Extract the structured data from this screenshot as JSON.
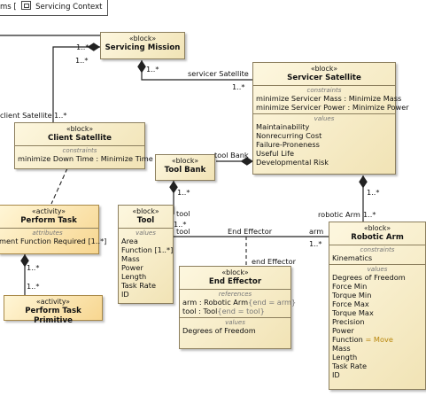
{
  "diagram_tab": {
    "prefix": "ms [",
    "title": "Servicing Context"
  },
  "blocks": {
    "servicing_mission": {
      "stereotype": "«block»",
      "name": "Servicing Mission"
    },
    "servicer_satellite": {
      "stereotype": "«block»",
      "name": "Servicer Satellite",
      "constraints_title": "constraints",
      "constraints": [
        "minimize Servicer Mass : Minimize Mass",
        "minimize Servicer Power : Minimize Power"
      ],
      "values_title": "values",
      "values": [
        "Maintainability",
        "Nonrecurring Cost",
        "Failure-Proneness",
        "Useful Life",
        "Developmental Risk"
      ]
    },
    "client_satellite": {
      "stereotype": "«block»",
      "name": "Client Satellite",
      "constraints_title": "constraints",
      "constraints": [
        "minimize Down Time : Minimize Time"
      ]
    },
    "tool_bank": {
      "stereotype": "«block»",
      "name": "Tool Bank"
    },
    "perform_task": {
      "stereotype": "«activity»",
      "name": "Perform Task",
      "attributes_title": "attributes",
      "attributes": [
        "ment Function Required [1..*]"
      ]
    },
    "perform_task_primitive": {
      "stereotype": "«activity»",
      "name": "Perform Task Primitive"
    },
    "tool": {
      "stereotype": "«block»",
      "name": "Tool",
      "values_title": "values",
      "values": [
        "Area",
        "Function [1..*]",
        "Mass",
        "Power",
        "Length",
        "Task Rate",
        "ID"
      ]
    },
    "end_effector": {
      "stereotype": "«block»",
      "name": "End Effector",
      "references_title": "references",
      "references": [
        {
          "name": "arm : Robotic Arm",
          "tail": "{end = arm}"
        },
        {
          "name": "tool : Tool",
          "tail": "{end = tool}"
        }
      ],
      "values_title": "values",
      "values": [
        "Degrees of Freedom"
      ]
    },
    "robotic_arm": {
      "stereotype": "«block»",
      "name": "Robotic Arm",
      "constraints_title": "constraints",
      "constraints": [
        "Kinematics"
      ],
      "values_title": "values",
      "values": [
        "Degrees of Freedom",
        "Force Min",
        "Torque Min",
        "Force Max",
        "Torque Max",
        "Precision",
        "Power"
      ],
      "value_function": {
        "name": "Function",
        "tail": "= Move"
      },
      "values_after": [
        "Mass",
        "Length",
        "Task Rate",
        "ID"
      ]
    }
  },
  "labels": {
    "sm_top_mult": "1..*",
    "sm_left_mult": "1..*",
    "sm_right_mult": "1..*",
    "servicer_role": "servicer Satellite",
    "servicer_mult": "1..*",
    "client_role": "client Satellite",
    "client_mult": "1..*",
    "tool_bank_role": "tool Bank",
    "tb_mult": "1..*",
    "tool_role": "tool",
    "tool_mult": "1..*",
    "tool_role2": "tool",
    "end_effector_role": "End Effector",
    "arm_role": "arm",
    "arm_mult": "1..*",
    "ee_role2": "end Effector",
    "robotic_arm_role": "robotic Arm",
    "ra_mult": "1..*",
    "ra_mult2": "1..*",
    "pt_mult1": "1..*",
    "pt_mult2": "1..*"
  }
}
